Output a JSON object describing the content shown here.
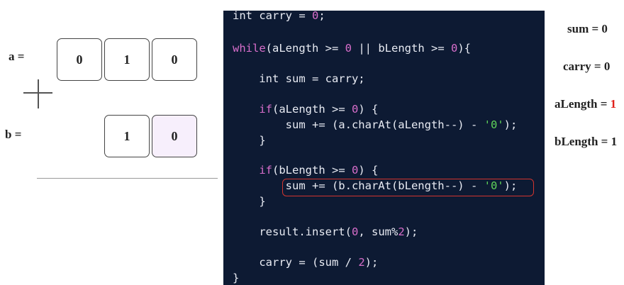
{
  "arrays": {
    "a_label": "a =",
    "b_label": "b =",
    "a_cells": [
      "0",
      "1",
      "0"
    ],
    "b_cells": [
      "1",
      "0"
    ],
    "highlight_color": "#f7effc"
  },
  "code": {
    "line1": {
      "t1": "int carry = ",
      "n1": "0",
      "t2": ";"
    },
    "line2": {
      "kw": "while",
      "t1": "(aLength >= ",
      "n1": "0",
      "t2": " || bLength >= ",
      "n2": "0",
      "t3": "){"
    },
    "line3": {
      "t1": "    int sum = carry;"
    },
    "line4": {
      "t0": "    ",
      "kw": "if",
      "t1": "(aLength >= ",
      "n1": "0",
      "t2": ") {"
    },
    "line5": {
      "t1": "        sum += (a.charAt(aLength--) - ",
      "s1": "'0'",
      "t2": ");"
    },
    "line6": {
      "t1": "    }"
    },
    "line7": {
      "t0": "    ",
      "kw": "if",
      "t1": "(bLength >= ",
      "n1": "0",
      "t2": ") {"
    },
    "line8": {
      "t1": "        sum += (b.charAt(bLength--) - ",
      "s1": "'0'",
      "t2": ");"
    },
    "line9": {
      "t1": "    }"
    },
    "line10": {
      "t1": "    result.insert(",
      "n1": "0",
      "t2": ", sum%",
      "n2": "2",
      "t3": ");"
    },
    "line11": {
      "t1": "    carry = (sum / ",
      "n1": "2",
      "t2": ");"
    },
    "line12": {
      "t1": "}"
    },
    "highlight_border_color": "#d2352f"
  },
  "vars": {
    "sum": "sum = 0",
    "carry": "carry = 0",
    "aLength_prefix": "aLength = ",
    "aLength_value": "1",
    "bLength": "bLength = 1",
    "changed_color": "#e0201b"
  }
}
